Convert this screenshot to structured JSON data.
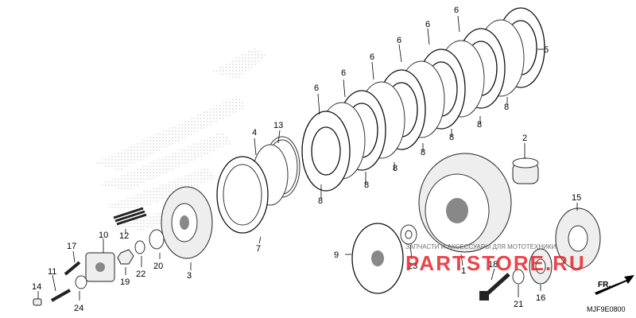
{
  "diagram": {
    "part_numbers": {
      "p1": "1",
      "p2": "2",
      "p3": "3",
      "p4": "4",
      "p5": "5",
      "p6": "6",
      "p7": "7",
      "p8": "8",
      "p9": "9",
      "p10": "10",
      "p11": "11",
      "p12": "12",
      "p13": "13",
      "p14": "14",
      "p15": "15",
      "p16": "16",
      "p17": "17",
      "p18": "18",
      "p19": "19",
      "p20": "20",
      "p21": "21",
      "p22": "22",
      "p23": "23",
      "p24": "24"
    },
    "direction_marker": "FR.",
    "diagram_code": "MJF9E0800",
    "watermark_brand": "PARTSTORE.RU",
    "watermark_tagline": "ЗАПЧАСТИ И АКСЕССУАРЫ ДЛЯ МОТОТЕХНИКИ"
  },
  "colors": {
    "line": "#000000",
    "watermark_red": "#e8242b",
    "watermark_dots": "#bbbbbb"
  }
}
